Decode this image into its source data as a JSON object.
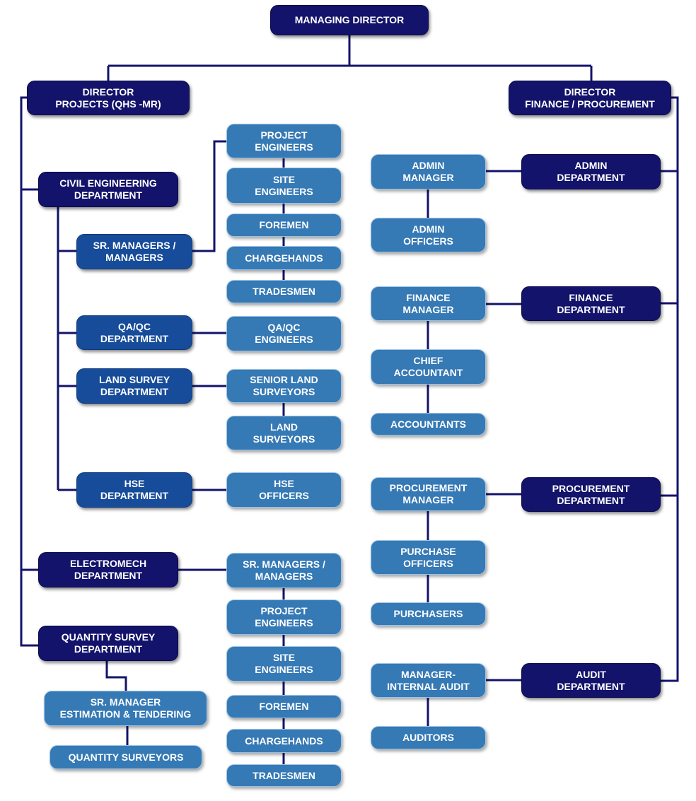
{
  "nodes": {
    "md": "MANAGING DIRECTOR",
    "dir_projects": "DIRECTOR\nPROJECTS (QHS -MR)",
    "dir_finance": "DIRECTOR\nFINANCE / PROCUREMENT",
    "civil_dept": "CIVIL ENGINEERING\nDEPARTMENT",
    "sr_managers_civil": "SR. MANAGERS /\nMANAGERS",
    "project_engineers_1": "PROJECT\nENGINEERS",
    "site_engineers_1": "SITE\nENGINEERS",
    "foremen_1": "FOREMEN",
    "chargehands_1": "CHARGEHANDS",
    "tradesmen_1": "TRADESMEN",
    "qaqc_dept": "QA/QC\nDEPARTMENT",
    "qaqc_engineers": "QA/QC\nENGINEERS",
    "land_survey_dept": "LAND SURVEY\nDEPARTMENT",
    "senior_land_surveyors": "SENIOR LAND\nSURVEYORS",
    "land_surveyors": "LAND\nSURVEYORS",
    "hse_dept": "HSE\nDEPARTMENT",
    "hse_officers": "HSE\nOFFICERS",
    "electromech_dept": "ELECTROMECH\nDEPARTMENT",
    "sr_managers_em": "SR. MANAGERS /\nMANAGERS",
    "project_engineers_2": "PROJECT\nENGINEERS",
    "site_engineers_2": "SITE\nENGINEERS",
    "foremen_2": "FOREMEN",
    "chargehands_2": "CHARGEHANDS",
    "tradesmen_2": "TRADESMEN",
    "qs_dept": "QUANTITY SURVEY\nDEPARTMENT",
    "sr_manager_estimation": "SR. MANAGER\nESTIMATION & TENDERING",
    "quantity_surveyors": "QUANTITY  SURVEYORS",
    "admin_dept": "ADMIN\nDEPARTMENT",
    "admin_manager": "ADMIN\nMANAGER",
    "admin_officers": "ADMIN\nOFFICERS",
    "finance_dept": "FINANCE\nDEPARTMENT",
    "finance_manager": "FINANCE\nMANAGER",
    "chief_accountant": "CHIEF\nACCOUNTANT",
    "accountants": "ACCOUNTANTS",
    "procurement_dept": "PROCUREMENT\nDEPARTMENT",
    "procurement_manager": "PROCUREMENT\nMANAGER",
    "purchase_officers": "PURCHASE\nOFFICERS",
    "purchasers": "PURCHASERS",
    "audit_dept": "AUDIT\nDEPARTMENT",
    "manager_internal_audit": "MANAGER-\nINTERNAL AUDIT",
    "auditors": "AUDITORS"
  },
  "colors": {
    "dark": "#13136b",
    "mid": "#174c9a",
    "light": "#3579b5",
    "connector": "#13136b"
  }
}
